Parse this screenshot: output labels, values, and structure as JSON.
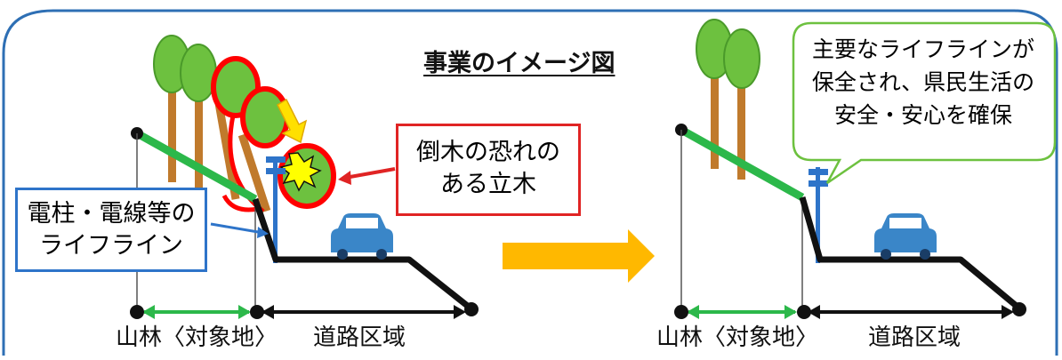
{
  "title": "事業のイメージ図",
  "labels": {
    "utility_box": [
      "電柱・電線等の",
      "ライフライン"
    ],
    "hazard_box": [
      "倒木の恐れの",
      "ある立木"
    ],
    "result_bubble": [
      "主要なライフラインが",
      "保全され、県民生活の",
      "安全・安心を確保"
    ],
    "forest_left": "山林〈対象地〉",
    "road_left": "道路区域",
    "forest_right": "山林〈対象地〉",
    "road_right": "道路区域"
  },
  "colors": {
    "frame": "#2e6fb4",
    "tree_leaf": "#6dc13f",
    "tree_trunk": "#c07a2c",
    "hazard_outline": "#ff0000",
    "power_line": "#2cb84a",
    "pole": "#2e74c9",
    "road": "#111111",
    "arrow": "#ffb800",
    "car": "#3a86c8",
    "bubble_border": "#6dc13f"
  }
}
